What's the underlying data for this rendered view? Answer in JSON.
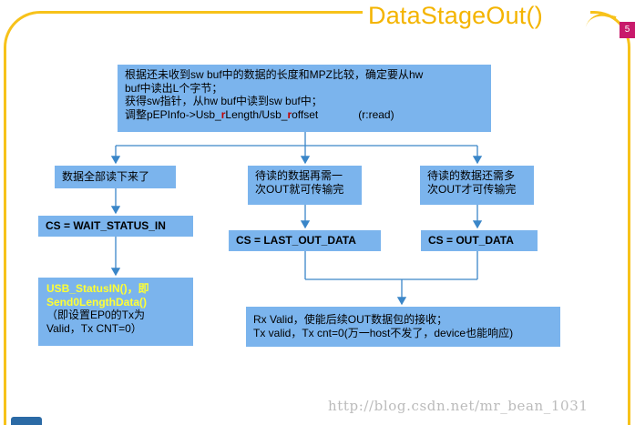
{
  "slide": {
    "title": "DataStageOut()",
    "page_number": "5"
  },
  "boxes": {
    "top": {
      "line1": "根据还未收到sw buf中的数据的长度和MPZ比较，确定要从hw",
      "line2": "buf中读出L个字节；",
      "line3": "获得sw指针，从hw buf中读到sw buf中；",
      "line4a": "调整pEPInfo->Usb_",
      "line4b": "r",
      "line4c": "Length/Usb_",
      "line4d": "r",
      "line4e": "offset",
      "line4f": "(r:read)"
    },
    "all_read": "数据全部读下来了",
    "need_one": {
      "line1": "待读的数据再需一",
      "line2": "次OUT就可传输完"
    },
    "need_more": {
      "line1": "待读的数据还需多",
      "line2": "次OUT才可传输完"
    },
    "cs_wait": "CS = WAIT_STATUS_IN",
    "cs_last": "CS = LAST_OUT_DATA",
    "cs_out": "CS = OUT_DATA",
    "status_in": {
      "line1": "USB_StatusIN()，即",
      "line2": "Send0LengthData()",
      "line3": "（即设置EP0的Tx为",
      "line4": "Valid，Tx CNT=0）"
    },
    "rx_valid": {
      "line1": "Rx Valid，使能后续OUT数据包的接收；",
      "line2": "Tx valid，Tx cnt=0(万一host不发了，device也能响应)"
    }
  },
  "watermark": "http://blog.csdn.net/mr_bean_1031",
  "colors": {
    "frame": "#f7c21a",
    "title": "#f4b400",
    "box": "#7bb4ed",
    "arrow": "#3a86c8",
    "highlight_text": "#ffff33",
    "page_badge": "#c8196b"
  }
}
